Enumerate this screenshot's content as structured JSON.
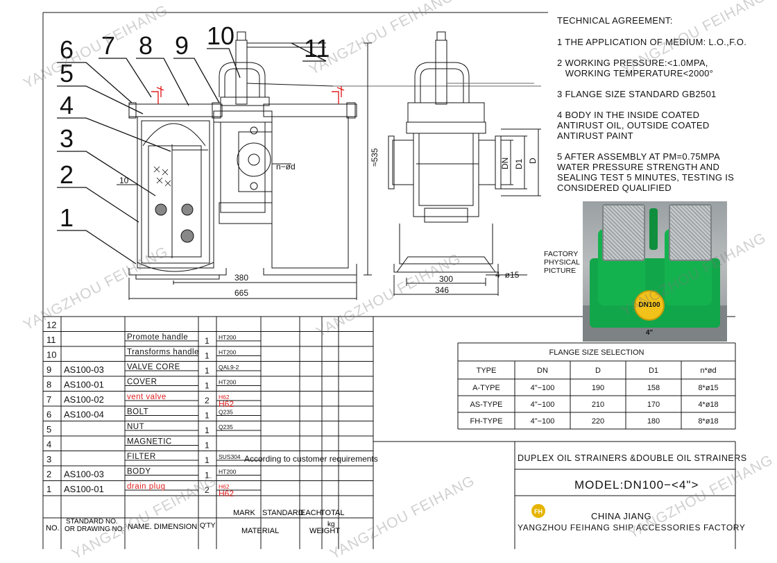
{
  "technical": {
    "title": "TECHNICAL AGREEMENT:",
    "items": [
      "1 THE APPLICATION OF MEDIUM: L.O.,F.O.",
      "2 WORKING PRESSURE:<1.0MPA,\n   WORKING TEMPERATURE<2000°",
      "3 FLANGE SIZE STANDARD GB2501",
      "4 BODY IN THE INSIDE COATED\nANTIRUST OIL, OUTSIDE COATED\nANTIRUST PAINT",
      "5 AFTER ASSEMBLY AT PM=0.75MPA\nWATER PRESSURE STRENGTH AND\nSEALING TEST 5 MINUTES, TESTING IS\nCONSIDERED QUALIFIED"
    ]
  },
  "photo": {
    "label_lines": [
      "FACTORY",
      "PHYSICAL",
      "PICTURE"
    ],
    "plate": "DN100 4\""
  },
  "drawing": {
    "callouts": [
      "1",
      "2",
      "3",
      "4",
      "5",
      "6",
      "7",
      "8",
      "9",
      "10",
      "11"
    ],
    "dims": {
      "d380": "380",
      "d665": "665",
      "d535": "≈535",
      "d10": "10",
      "nphid": "n−ød",
      "d300": "300",
      "d346": "346",
      "holes": "4−ø15",
      "dn": "DN",
      "d1": "D1",
      "d": "D"
    }
  },
  "flange": {
    "title": "FLANGE SIZE SELECTION",
    "headers": [
      "TYPE",
      "DN",
      "D",
      "D1",
      "n*ød"
    ],
    "rows": [
      [
        "A-TYPE",
        "4\"−100",
        "190",
        "158",
        "8*ø15"
      ],
      [
        "AS-TYPE",
        "4\"−100",
        "210",
        "170",
        "4*ø18"
      ],
      [
        "FH-TYPE",
        "4\"−100",
        "220",
        "180",
        "8*ø18"
      ]
    ]
  },
  "bom": {
    "rows": [
      {
        "no": "12",
        "code": "",
        "name": "",
        "qty": "",
        "mat": ""
      },
      {
        "no": "11",
        "code": "",
        "name": "Promote handle",
        "qty": "1",
        "mat": "HT200"
      },
      {
        "no": "10",
        "code": "",
        "name": "Transforms handle",
        "qty": "1",
        "mat": "HT200"
      },
      {
        "no": "9",
        "code": "AS100-03",
        "name": "VALVE CORE",
        "qty": "1",
        "mat": "QAL9-2"
      },
      {
        "no": "8",
        "code": "AS100-01",
        "name": "COVER",
        "qty": "1",
        "mat": "HT200"
      },
      {
        "no": "7",
        "code": "AS100-02",
        "name": "vent valve",
        "qty": "2",
        "mat": "H62",
        "mat2": "H62",
        "red": true
      },
      {
        "no": "6",
        "code": "AS100-04",
        "name": "BOLT",
        "qty": "1",
        "mat": "Q235"
      },
      {
        "no": "5",
        "code": "",
        "name": "NUT",
        "qty": "1",
        "mat": "Q235"
      },
      {
        "no": "4",
        "code": "",
        "name": "MAGNETIC",
        "qty": "1",
        "mat": ""
      },
      {
        "no": "3",
        "code": "",
        "name": "FILTER",
        "qty": "1",
        "mat": "SUS304",
        "note": "According to customer requirements"
      },
      {
        "no": "2",
        "code": "AS100-03",
        "name": "BODY",
        "qty": "1",
        "mat": "HT200"
      },
      {
        "no": "1",
        "code": "AS100-01",
        "name": "drain plug",
        "qty": "2",
        "mat": "H62",
        "mat2": "H62",
        "red": true
      }
    ],
    "head": {
      "no": "NO.",
      "code1": "STANDARD NO.",
      "code2": "OR DRAWING NO.",
      "name": "NAME.  DIMENSION",
      "qty": "Q'TY",
      "mark": "MARK",
      "material": "MATERIAL",
      "standard": "STANDARD",
      "each": "EACH",
      "total": "TOTAL",
      "kg": "kg",
      "weight": "WEIGHT"
    }
  },
  "titleblock": {
    "product": "DUPLEX OIL STRAINERS &DOUBLE OIL STRAINERS",
    "model": "MODEL:DN100−<4\">",
    "company1": "CHINA JIANG",
    "company2": "YANGZHOU FEIHANG SHIP ACCESSORIES FACTORY",
    "logo": "FH"
  },
  "watermark": "YANGZHOU FEIHANG",
  "colors": {
    "line": "#111111",
    "red": "#e02020",
    "green": "#12a64a",
    "wm": "#8a8a8a"
  }
}
